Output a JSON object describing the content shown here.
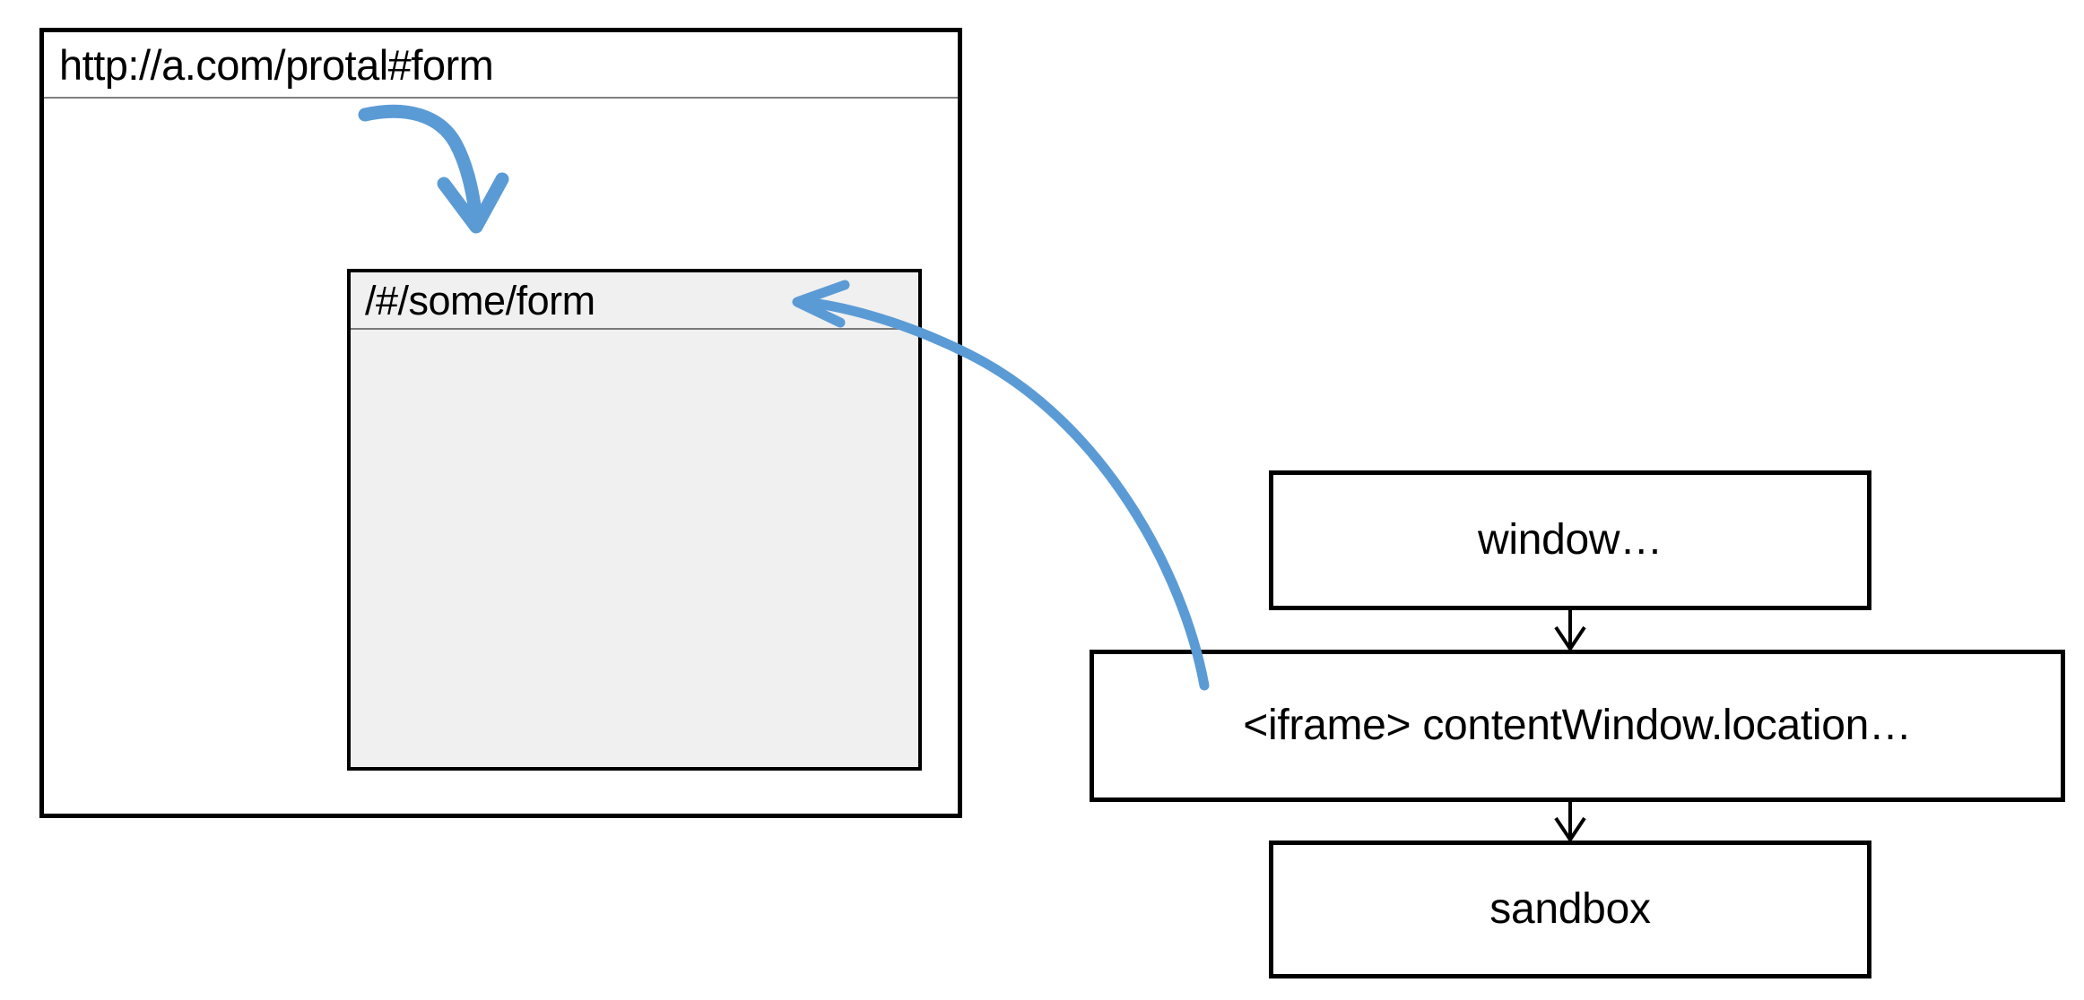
{
  "diagram": {
    "title": "iframe contentWindow.location sandbox diagram",
    "colors": {
      "accent_blue": "#5B9BD5",
      "border_black": "#000000",
      "panel_gray": "#F0F0F0",
      "separator_gray": "#808080",
      "page_background": "#FFFFFF"
    }
  },
  "browser": {
    "url_bar": {
      "value": "http://a.com/protal#form"
    },
    "iframe_panel": {
      "url_bar": {
        "value": "/#/some/form"
      },
      "body_content": ""
    }
  },
  "flow": {
    "boxes": [
      {
        "id": "window",
        "label": "window…"
      },
      {
        "id": "iframe",
        "label": "<iframe> contentWindow.location…"
      },
      {
        "id": "sandbox",
        "label": "sandbox"
      }
    ],
    "connectors": [
      {
        "id": "window-to-iframe",
        "from": "window",
        "to": "iframe",
        "style": "thin-black-arrow-down"
      },
      {
        "id": "iframe-to-sandbox",
        "from": "iframe",
        "to": "sandbox",
        "style": "thin-black-arrow-down"
      }
    ]
  },
  "annotations": [
    {
      "id": "url-to-iframe-arrow",
      "style": "blue-curved-arrow",
      "from": "url-bar",
      "to": "iframe-panel",
      "color": "#5B9BD5"
    },
    {
      "id": "iframe-box-to-iframe-panel-arrow",
      "style": "blue-curved-arrow",
      "from": "iframe-flow-box",
      "to": "iframe-panel-url-bar",
      "color": "#5B9BD5"
    }
  ]
}
